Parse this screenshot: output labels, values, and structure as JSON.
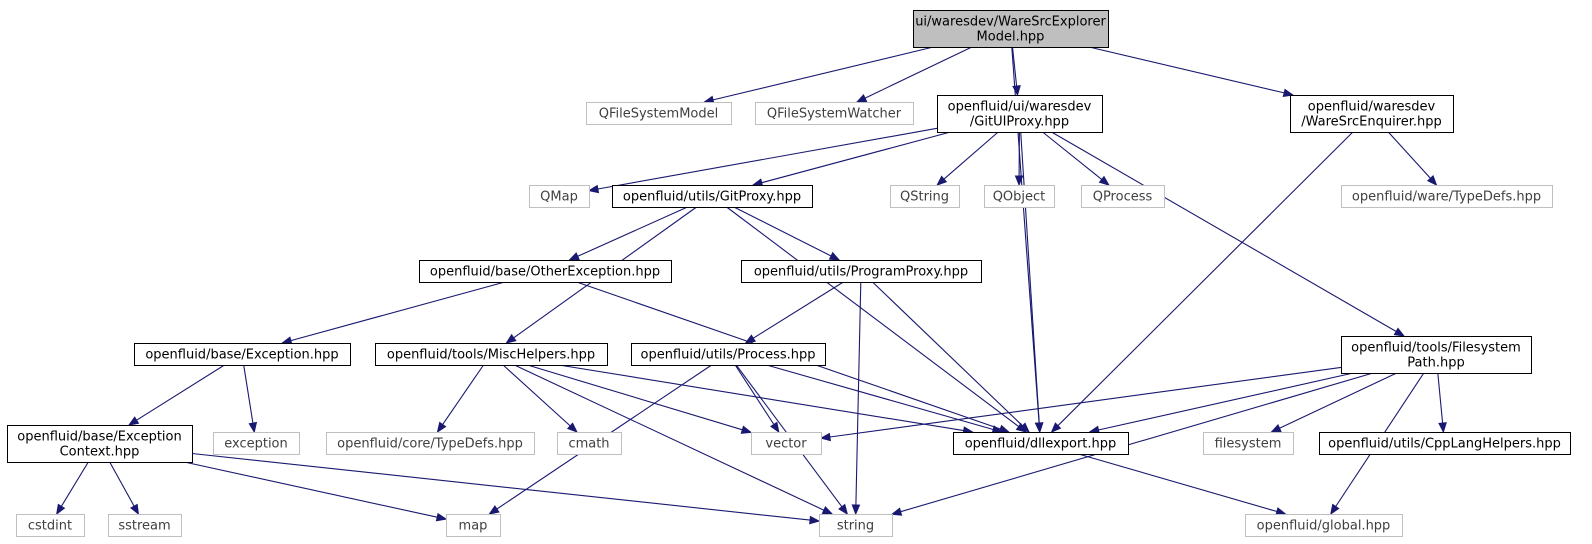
{
  "graph": {
    "nodes": [
      {
        "id": "root",
        "lines": [
          "ui/waresdev/WareSrcExplorer",
          "Model.hpp"
        ],
        "kind": "root"
      },
      {
        "id": "qfsm",
        "lines": [
          "QFileSystemModel"
        ],
        "kind": "external"
      },
      {
        "id": "qfsw",
        "lines": [
          "QFileSystemWatcher"
        ],
        "kind": "external"
      },
      {
        "id": "gituiproxy",
        "lines": [
          "openfluid/ui/waresdev",
          "/GitUIProxy.hpp"
        ],
        "kind": "internal"
      },
      {
        "id": "wareenq",
        "lines": [
          "openfluid/waresdev",
          "/WareSrcEnquirer.hpp"
        ],
        "kind": "internal"
      },
      {
        "id": "qmap",
        "lines": [
          "QMap"
        ],
        "kind": "external"
      },
      {
        "id": "gitproxy",
        "lines": [
          "openfluid/utils/GitProxy.hpp"
        ],
        "kind": "internal"
      },
      {
        "id": "qstring",
        "lines": [
          "QString"
        ],
        "kind": "external"
      },
      {
        "id": "qobject",
        "lines": [
          "QObject"
        ],
        "kind": "external"
      },
      {
        "id": "qprocess",
        "lines": [
          "QProcess"
        ],
        "kind": "external"
      },
      {
        "id": "waretypedefs",
        "lines": [
          "openfluid/ware/TypeDefs.hpp"
        ],
        "kind": "external"
      },
      {
        "id": "otherexc",
        "lines": [
          "openfluid/base/OtherException.hpp"
        ],
        "kind": "internal"
      },
      {
        "id": "progproxy",
        "lines": [
          "openfluid/utils/ProgramProxy.hpp"
        ],
        "kind": "internal"
      },
      {
        "id": "exception",
        "lines": [
          "openfluid/base/Exception.hpp"
        ],
        "kind": "internal"
      },
      {
        "id": "mischelpers",
        "lines": [
          "openfluid/tools/MiscHelpers.hpp"
        ],
        "kind": "internal"
      },
      {
        "id": "process",
        "lines": [
          "openfluid/utils/Process.hpp"
        ],
        "kind": "internal"
      },
      {
        "id": "fspath",
        "lines": [
          "openfluid/tools/Filesystem",
          "Path.hpp"
        ],
        "kind": "internal"
      },
      {
        "id": "exccontext",
        "lines": [
          "openfluid/base/Exception",
          "Context.hpp"
        ],
        "kind": "internal"
      },
      {
        "id": "stdexception",
        "lines": [
          "exception"
        ],
        "kind": "external"
      },
      {
        "id": "coretypedefs",
        "lines": [
          "openfluid/core/TypeDefs.hpp"
        ],
        "kind": "external"
      },
      {
        "id": "cmath",
        "lines": [
          "cmath"
        ],
        "kind": "external"
      },
      {
        "id": "vector",
        "lines": [
          "vector"
        ],
        "kind": "external"
      },
      {
        "id": "dllexport",
        "lines": [
          "openfluid/dllexport.hpp"
        ],
        "kind": "internal"
      },
      {
        "id": "filesystem",
        "lines": [
          "filesystem"
        ],
        "kind": "external"
      },
      {
        "id": "cpplang",
        "lines": [
          "openfluid/utils/CppLangHelpers.hpp"
        ],
        "kind": "internal"
      },
      {
        "id": "cstdint",
        "lines": [
          "cstdint"
        ],
        "kind": "external"
      },
      {
        "id": "sstream",
        "lines": [
          "sstream"
        ],
        "kind": "external"
      },
      {
        "id": "map",
        "lines": [
          "map"
        ],
        "kind": "external"
      },
      {
        "id": "string",
        "lines": [
          "string"
        ],
        "kind": "external"
      },
      {
        "id": "global",
        "lines": [
          "openfluid/global.hpp"
        ],
        "kind": "external"
      }
    ],
    "edges": [
      {
        "from": "root",
        "to": "qfsm"
      },
      {
        "from": "root",
        "to": "qfsw"
      },
      {
        "from": "root",
        "to": "gituiproxy"
      },
      {
        "from": "root",
        "to": "dllexport"
      },
      {
        "from": "root",
        "to": "wareenq"
      },
      {
        "from": "gituiproxy",
        "to": "qmap"
      },
      {
        "from": "gituiproxy",
        "to": "gitproxy"
      },
      {
        "from": "gituiproxy",
        "to": "dllexport"
      },
      {
        "from": "gituiproxy",
        "to": "qstring"
      },
      {
        "from": "gituiproxy",
        "to": "qobject"
      },
      {
        "from": "gituiproxy",
        "to": "qprocess"
      },
      {
        "from": "gituiproxy",
        "to": "fspath"
      },
      {
        "from": "wareenq",
        "to": "dllexport"
      },
      {
        "from": "wareenq",
        "to": "waretypedefs"
      },
      {
        "from": "gitproxy",
        "to": "otherexc"
      },
      {
        "from": "gitproxy",
        "to": "mischelpers"
      },
      {
        "from": "gitproxy",
        "to": "progproxy"
      },
      {
        "from": "gitproxy",
        "to": "dllexport"
      },
      {
        "from": "otherexc",
        "to": "exception"
      },
      {
        "from": "otherexc",
        "to": "dllexport"
      },
      {
        "from": "progproxy",
        "to": "process"
      },
      {
        "from": "progproxy",
        "to": "string"
      },
      {
        "from": "progproxy",
        "to": "dllexport"
      },
      {
        "from": "exception",
        "to": "exccontext"
      },
      {
        "from": "exception",
        "to": "stdexception"
      },
      {
        "from": "mischelpers",
        "to": "coretypedefs"
      },
      {
        "from": "mischelpers",
        "to": "cmath"
      },
      {
        "from": "mischelpers",
        "to": "vector"
      },
      {
        "from": "mischelpers",
        "to": "string"
      },
      {
        "from": "mischelpers",
        "to": "dllexport"
      },
      {
        "from": "process",
        "to": "map"
      },
      {
        "from": "process",
        "to": "vector"
      },
      {
        "from": "process",
        "to": "string"
      },
      {
        "from": "process",
        "to": "dllexport"
      },
      {
        "from": "fspath",
        "to": "vector"
      },
      {
        "from": "fspath",
        "to": "string"
      },
      {
        "from": "fspath",
        "to": "dllexport"
      },
      {
        "from": "fspath",
        "to": "filesystem"
      },
      {
        "from": "fspath",
        "to": "cpplang"
      },
      {
        "from": "fspath",
        "to": "global"
      },
      {
        "from": "exccontext",
        "to": "cstdint"
      },
      {
        "from": "exccontext",
        "to": "sstream"
      },
      {
        "from": "exccontext",
        "to": "map"
      },
      {
        "from": "exccontext",
        "to": "string"
      },
      {
        "from": "dllexport",
        "to": "global"
      }
    ]
  },
  "colors": {
    "edge": "#191970",
    "root_fill": "#bfbfbf",
    "external_border": "#bfbfbf",
    "internal_border": "#000000"
  }
}
